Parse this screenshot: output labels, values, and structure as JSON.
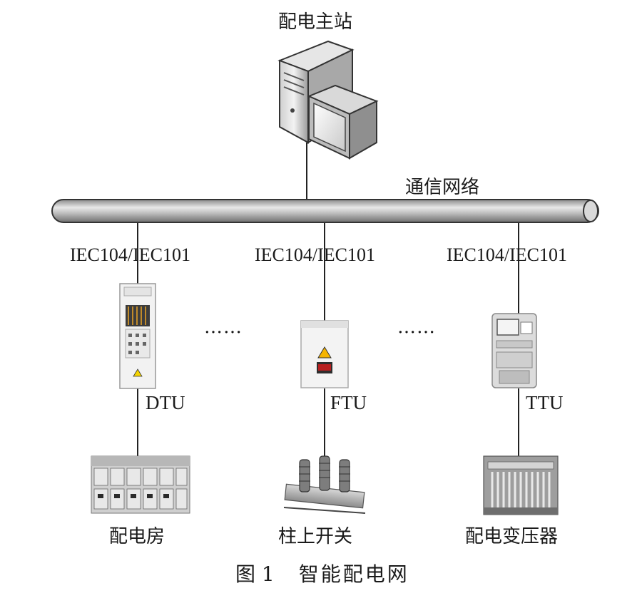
{
  "master_station": {
    "label": "配电主站",
    "icon": "server-computer-icon"
  },
  "network": {
    "label": "通信网络"
  },
  "protocols": [
    "IEC104/IEC101",
    "IEC104/IEC101",
    "IEC104/IEC101"
  ],
  "ellipsis": [
    "……",
    "……"
  ],
  "terminals": [
    {
      "name": "DTU",
      "icon": "dtu-cabinet-icon"
    },
    {
      "name": "FTU",
      "icon": "ftu-box-icon"
    },
    {
      "name": "TTU",
      "icon": "ttu-meter-icon"
    }
  ],
  "equipment": [
    {
      "label": "配电房",
      "icon": "switchgear-room-icon"
    },
    {
      "label": "柱上开关",
      "icon": "pole-switch-icon"
    },
    {
      "label": "配电变压器",
      "icon": "transformer-icon"
    }
  ],
  "caption": {
    "figure": "图 1",
    "title": "智能配电网"
  }
}
